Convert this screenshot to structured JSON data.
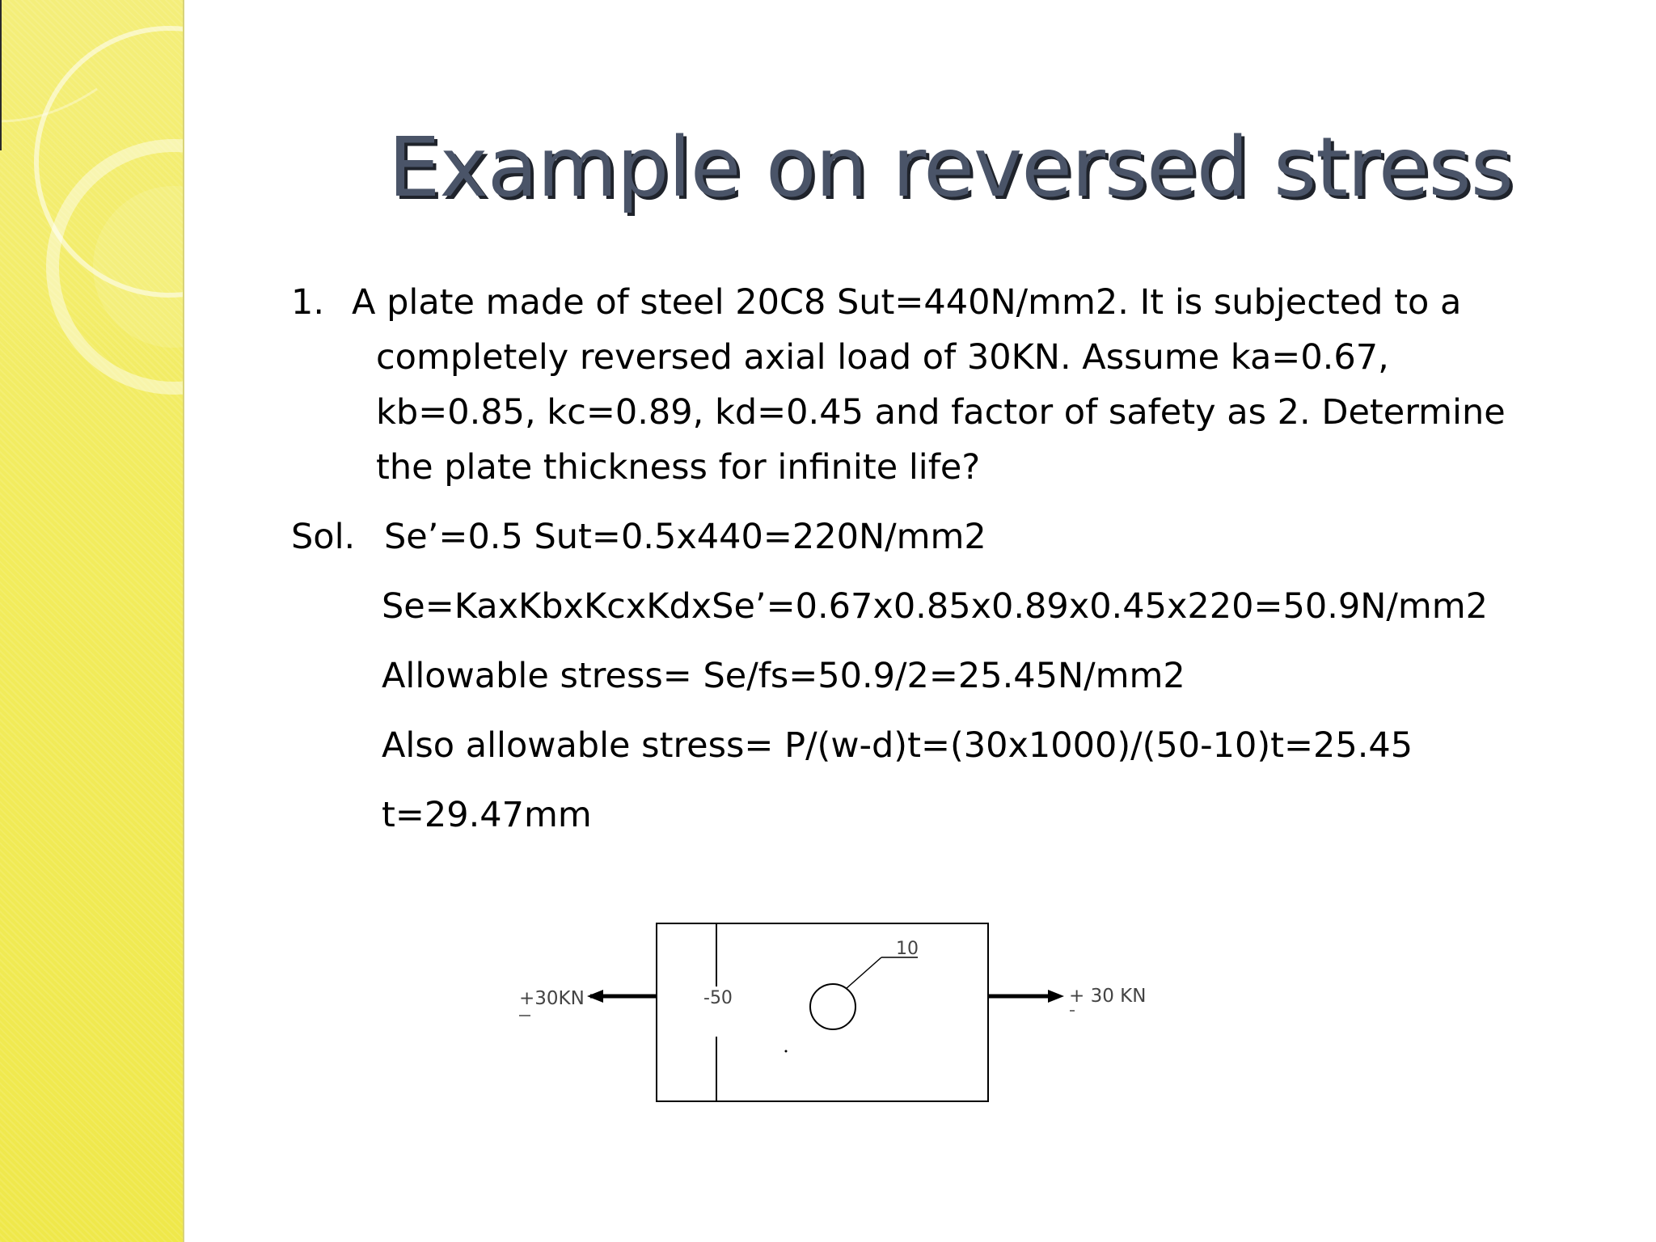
{
  "slide": {
    "title": "Example on reversed stress",
    "problem": {
      "number": "1.",
      "lines": [
        "A plate made of steel 20C8 Sut=440N/mm2. It is subjected to a",
        "completely reversed axial load of 30KN. Assume ka=0.67,",
        "kb=0.85, kc=0.89, kd=0.45 and factor of safety as 2. Determine",
        "the plate thickness for infinite life?"
      ]
    },
    "solution": {
      "label": "Sol.",
      "steps": [
        "Se’=0.5 Sut=0.5x440=220N/mm2",
        "Se=KaxKbxKcxKdxSe’=0.67x0.85x0.89x0.45x220=50.9N/mm2",
        "Allowable stress= Se/fs=50.9/2=25.45N/mm2",
        "Also allowable stress= P/(w-d)t=(30x1000)/(50-10)t=25.45",
        "t=29.47mm"
      ]
    },
    "diagram": {
      "left_load": "+30KN",
      "right_load": "+ 30 KN",
      "width_label": "-50",
      "hole_label": "10"
    }
  }
}
